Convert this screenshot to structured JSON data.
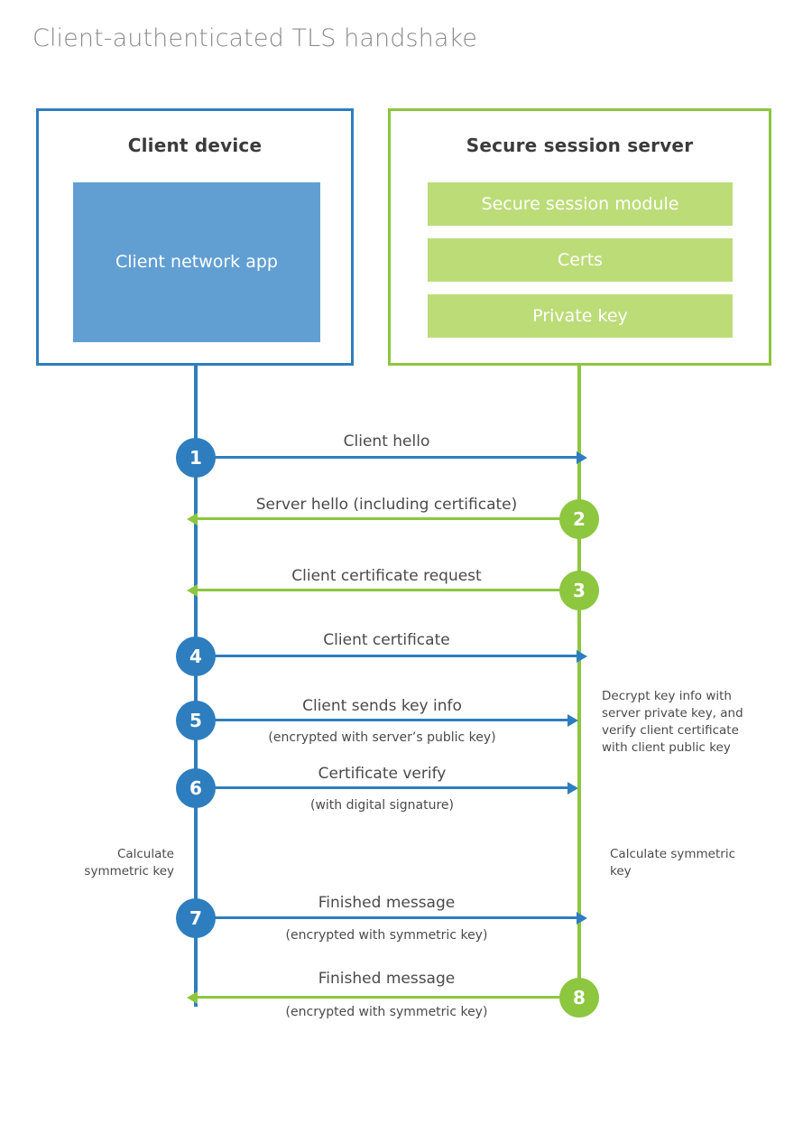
{
  "title": "Client-authenticated TLS handshake",
  "colors": {
    "blue_stroke": "#2e7ebf",
    "green_stroke": "#8dc63f",
    "blue_fill": "#619fd3",
    "green_fill": "#bcdc78",
    "title_text": "#8a8a8a",
    "body_text": "#4a4a4a",
    "heading_text": "#3b3b3b",
    "background": "#ffffff"
  },
  "participants": {
    "client": {
      "title": "Client device",
      "blocks": [
        {
          "label": "Client network app"
        }
      ]
    },
    "server": {
      "title": "Secure session server",
      "blocks": [
        {
          "label": "Secure session module"
        },
        {
          "label": "Certs"
        },
        {
          "label": "Private key"
        }
      ]
    }
  },
  "steps": [
    {
      "number": "1",
      "label": "Client hello",
      "sublabel": "",
      "direction": "right",
      "color": "blue"
    },
    {
      "number": "2",
      "label": "Server hello (including certificate)",
      "sublabel": "",
      "direction": "left",
      "color": "green"
    },
    {
      "number": "3",
      "label": "Client certificate request",
      "sublabel": "",
      "direction": "left",
      "color": "green"
    },
    {
      "number": "4",
      "label": "Client certificate",
      "sublabel": "",
      "direction": "right",
      "color": "blue"
    },
    {
      "number": "5",
      "label": "Client sends key info",
      "sublabel": "(encrypted with server’s public key)",
      "direction": "right",
      "color": "blue"
    },
    {
      "number": "6",
      "label": "Certificate verify",
      "sublabel": "(with digital signature)",
      "direction": "right",
      "color": "blue"
    },
    {
      "number": "7",
      "label": "Finished message",
      "sublabel": "(encrypted with symmetric key)",
      "direction": "right",
      "color": "blue"
    },
    {
      "number": "8",
      "label": "Finished message",
      "sublabel": "(encrypted with symmetric key)",
      "direction": "left",
      "color": "green"
    }
  ],
  "annotations": {
    "server_decrypt_note": "Decrypt key info with server private key, and verify client certificate with client public key",
    "client_calc_key": "Calculate symmetric key",
    "server_calc_key": "Calculate symmetric key"
  }
}
